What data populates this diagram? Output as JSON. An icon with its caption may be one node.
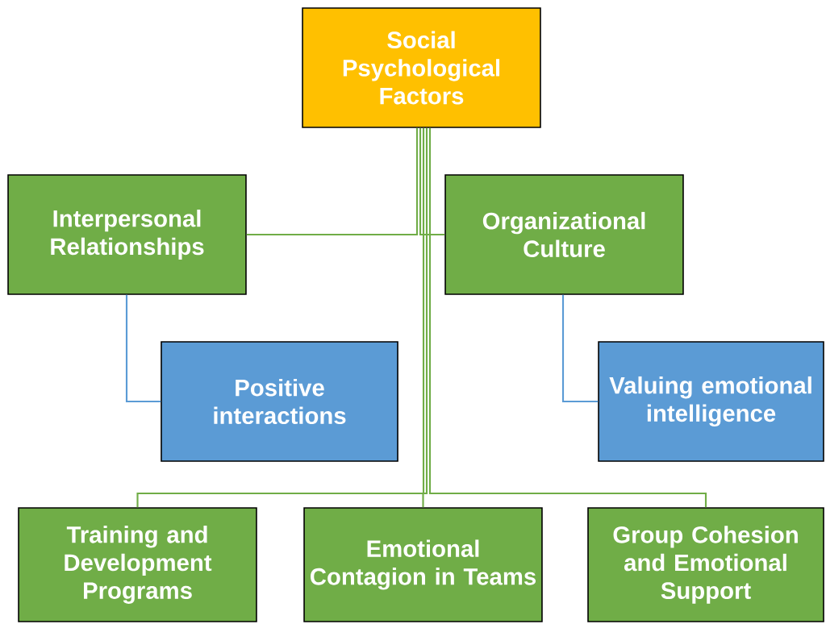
{
  "diagram": {
    "nodes": [
      {
        "text": [
          "Social Psychological Factors"
        ]
      },
      {
        "text": [
          "Interpersonal Relationships"
        ]
      },
      {
        "text": [
          "Organizational Culture"
        ]
      },
      {
        "text": [
          "Positive interactions"
        ]
      },
      {
        "text": [
          "Valuing emotional intelligence"
        ]
      },
      {
        "text": [
          "Training and Development Programs"
        ]
      },
      {
        "text": [
          "Emotional Contagion in Teams"
        ]
      },
      {
        "text": [
          "Group Cohesion and Emotional Support"
        ]
      }
    ],
    "edges": [
      {
        "from": 0,
        "to": 1,
        "arrow": "none"
      },
      {
        "from": 0,
        "to": 2,
        "arrow": "none"
      },
      {
        "from": 0,
        "to": 5,
        "arrow": "none"
      },
      {
        "from": 0,
        "to": 6,
        "arrow": "none"
      },
      {
        "from": 0,
        "to": 7,
        "arrow": "none"
      },
      {
        "from": 1,
        "to": 3,
        "arrow": "none",
        "color": "#5b9bd5"
      },
      {
        "from": 2,
        "to": 4,
        "arrow": "none",
        "color": "#5b9bd5"
      }
    ]
  }
}
